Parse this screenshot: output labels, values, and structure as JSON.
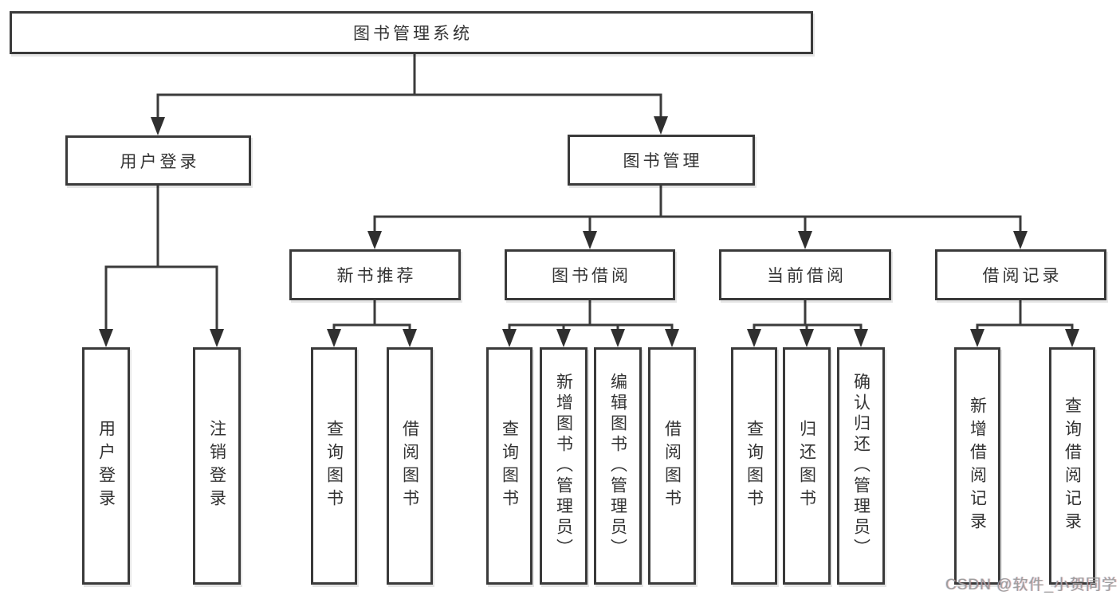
{
  "diagram": {
    "root": {
      "label": "图书管理系统"
    },
    "branches": [
      {
        "label": "用户登录",
        "children": [
          {
            "label": "用户登录"
          },
          {
            "label": "注销登录"
          }
        ]
      },
      {
        "label": "图书管理",
        "children": [
          {
            "label": "新书推荐",
            "children": [
              {
                "label": "查询图书"
              },
              {
                "label": "借阅图书"
              }
            ]
          },
          {
            "label": "图书借阅",
            "children": [
              {
                "label": "查询图书"
              },
              {
                "label": "新增图书（管理员）"
              },
              {
                "label": "编辑图书（管理员）"
              },
              {
                "label": "借阅图书"
              }
            ]
          },
          {
            "label": "当前借阅",
            "children": [
              {
                "label": "查询图书"
              },
              {
                "label": "归还图书"
              },
              {
                "label": "确认归还（管理员）"
              }
            ]
          },
          {
            "label": "借阅记录",
            "children": [
              {
                "label": "新增借阅记录"
              },
              {
                "label": "查询借阅记录"
              }
            ]
          }
        ]
      }
    ],
    "line_color": "#3b3b3b",
    "arrow_color": "#2f2f2f",
    "text_color": "#333333",
    "background_color": "#ffffff"
  },
  "watermark": {
    "text": "CSDN @软件_小贺同学",
    "color": "#9e9e9e"
  }
}
